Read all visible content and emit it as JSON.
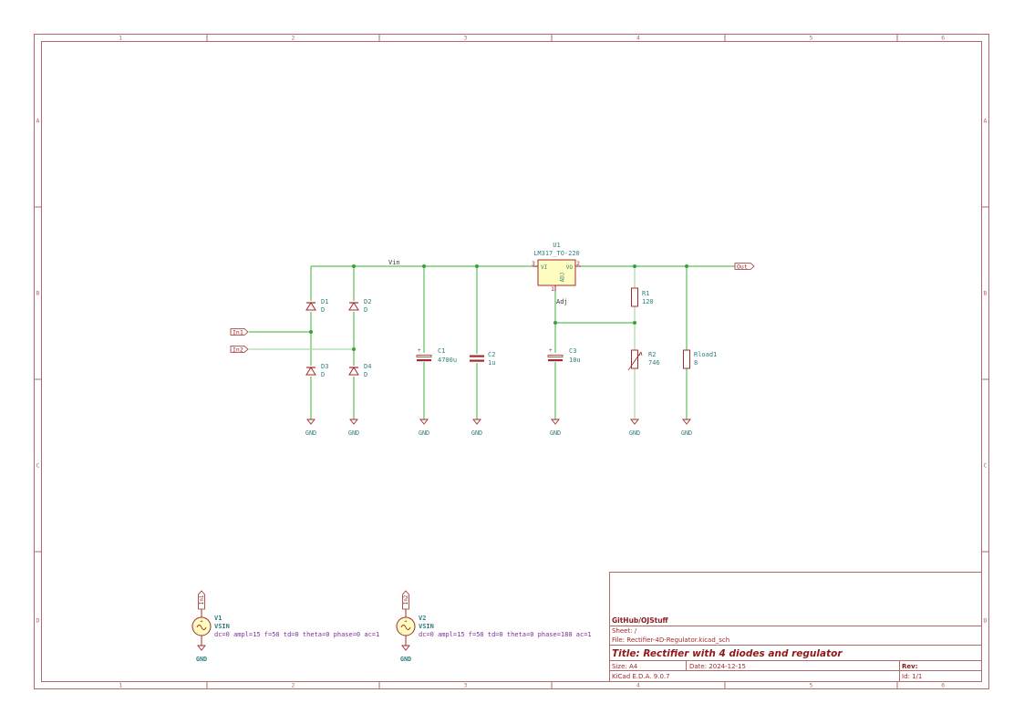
{
  "sheet": {
    "columns": [
      "1",
      "2",
      "3",
      "4",
      "5",
      "6"
    ],
    "rows": [
      "A",
      "B",
      "C",
      "D"
    ],
    "colors": {
      "frame": "#b06a6a",
      "wire": "#5fbd5f",
      "wire_light": "#a8dca8",
      "symbol": "#a52a2a",
      "ref_text": "#2e7f7f",
      "value_text": "#2e7f7f",
      "body_fill": "#fffdc0",
      "sim_text": "#7d2e9a",
      "label_text": "#8b2a2a",
      "title_text": "#8b1a1a"
    }
  },
  "nets": {
    "vin": "Vin",
    "adj": "Adj",
    "out": "Out",
    "in1": "In1",
    "in2": "In2",
    "gnd": "GND"
  },
  "components": {
    "u1": {
      "ref": "U1",
      "value": "LM317_TO-220",
      "pin_vi": "VI",
      "pin_vo": "VO",
      "pin_adj": "ADJ",
      "pin3": "3",
      "pin2": "2",
      "pin1": "1"
    },
    "d1": {
      "ref": "D1",
      "value": "D"
    },
    "d2": {
      "ref": "D2",
      "value": "D"
    },
    "d3": {
      "ref": "D3",
      "value": "D"
    },
    "d4": {
      "ref": "D4",
      "value": "D"
    },
    "c1": {
      "ref": "C1",
      "value": "4700u"
    },
    "c2": {
      "ref": "C2",
      "value": "1u"
    },
    "c3": {
      "ref": "C3",
      "value": "10u"
    },
    "r1": {
      "ref": "R1",
      "value": "120"
    },
    "r2": {
      "ref": "R2",
      "value": "746"
    },
    "rload": {
      "ref": "Rload1",
      "value": "8"
    },
    "v1": {
      "ref": "V1",
      "value": "VSIN",
      "params": "dc=0 ampl=15 f=50 td=0 theta=0 phase=0 ac=1",
      "label": "In1"
    },
    "v2": {
      "ref": "V2",
      "value": "VSIN",
      "params": "dc=0 ampl=15 f=50 td=0 theta=0 phase=180 ac=1",
      "label": "In2"
    }
  },
  "title_block": {
    "company": "GitHub/OJStuff",
    "sheet": "Sheet: /",
    "file": "File: Rectifier-4D-Regulator.kicad_sch",
    "title": "Title: Rectifier with 4 diodes and regulator",
    "size": "Size: A4",
    "date": "Date: 2024-12-15",
    "rev": "Rev:",
    "tool": "KiCad E.D.A. 9.0.7",
    "id": "Id: 1/1"
  }
}
